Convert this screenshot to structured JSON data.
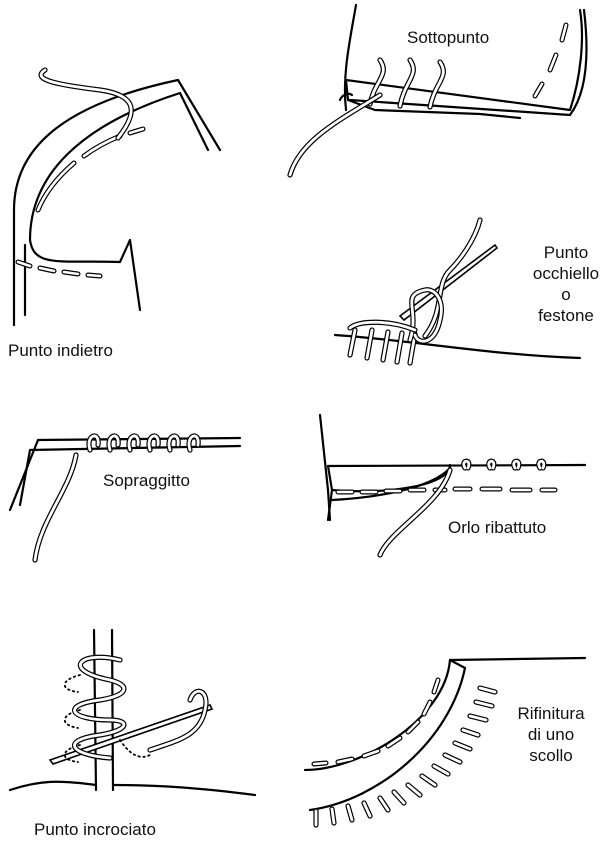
{
  "stitches": [
    {
      "id": "punto-indietro",
      "label": "Punto indietro"
    },
    {
      "id": "sottopunto",
      "label": "Sottopunto"
    },
    {
      "id": "punto-occhiello",
      "label_lines": [
        "Punto",
        "occhiello",
        "o",
        "festone"
      ]
    },
    {
      "id": "sopraggitto",
      "label": "Sopraggitto"
    },
    {
      "id": "orlo-ribattuto",
      "label": "Orlo ribattuto"
    },
    {
      "id": "punto-incrociato",
      "label": "Punto incrociato"
    },
    {
      "id": "rifinitura-scollo",
      "label_lines": [
        "Rifinitura",
        "di uno",
        "scollo"
      ]
    }
  ]
}
